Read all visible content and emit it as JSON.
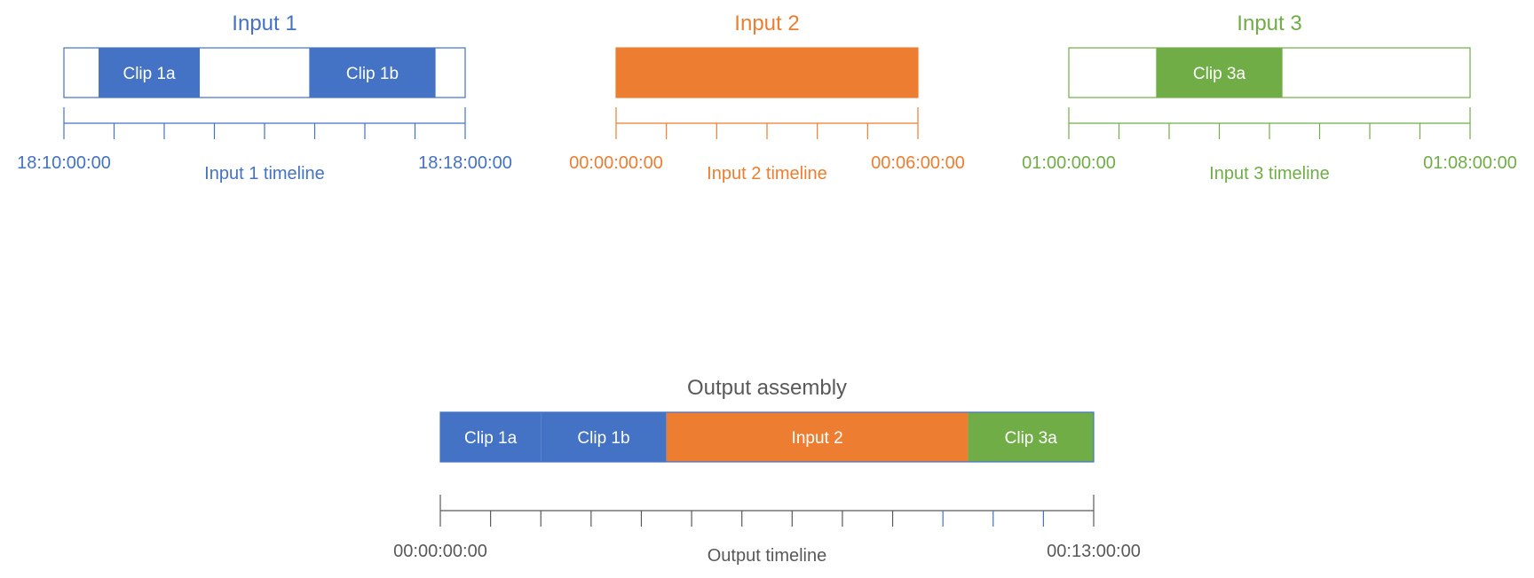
{
  "colors": {
    "blue": "#4472c4",
    "orange": "#ed7d31",
    "green": "#70ad47",
    "gray": "#595959",
    "clip_text": "#ffffff"
  },
  "inputs": [
    {
      "title": "Input 1",
      "color": "#4472c4",
      "fill_whole": false,
      "duration_minutes": 8,
      "ticks": 8,
      "clips": [
        {
          "label": "Clip 1a",
          "start_min": 0.7,
          "end_min": 2.7
        },
        {
          "label": "Clip 1b",
          "start_min": 4.9,
          "end_min": 7.4
        }
      ],
      "timeline_label": "Input 1 timeline",
      "start_tc": "18:10:00:00",
      "end_tc": "18:18:00:00"
    },
    {
      "title": "Input 2",
      "color": "#ed7d31",
      "fill_whole": true,
      "duration_minutes": 6,
      "ticks": 6,
      "clips": [],
      "timeline_label": "Input 2 timeline",
      "start_tc": "00:00:00:00",
      "end_tc": "00:06:00:00"
    },
    {
      "title": "Input 3",
      "color": "#70ad47",
      "fill_whole": false,
      "duration_minutes": 8,
      "ticks": 8,
      "clips": [
        {
          "label": "Clip 3a",
          "start_min": 1.75,
          "end_min": 4.25
        }
      ],
      "timeline_label": "Input 3 timeline",
      "start_tc": "01:00:00:00",
      "end_tc": "01:08:00:00"
    }
  ],
  "output": {
    "title": "Output assembly",
    "duration_minutes": 13,
    "ticks": 13,
    "segments": [
      {
        "label": "Clip 1a",
        "color": "#4472c4",
        "duration_min": 2
      },
      {
        "label": "Clip 1b",
        "color": "#4472c4",
        "duration_min": 2.5
      },
      {
        "label": "Input 2",
        "color": "#ed7d31",
        "duration_min": 6
      },
      {
        "label": "Clip 3a",
        "color": "#70ad47",
        "duration_min": 2.5
      }
    ],
    "timeline_label": "Output timeline",
    "start_tc": "00:00:00:00",
    "end_tc": "00:13:00:00"
  }
}
